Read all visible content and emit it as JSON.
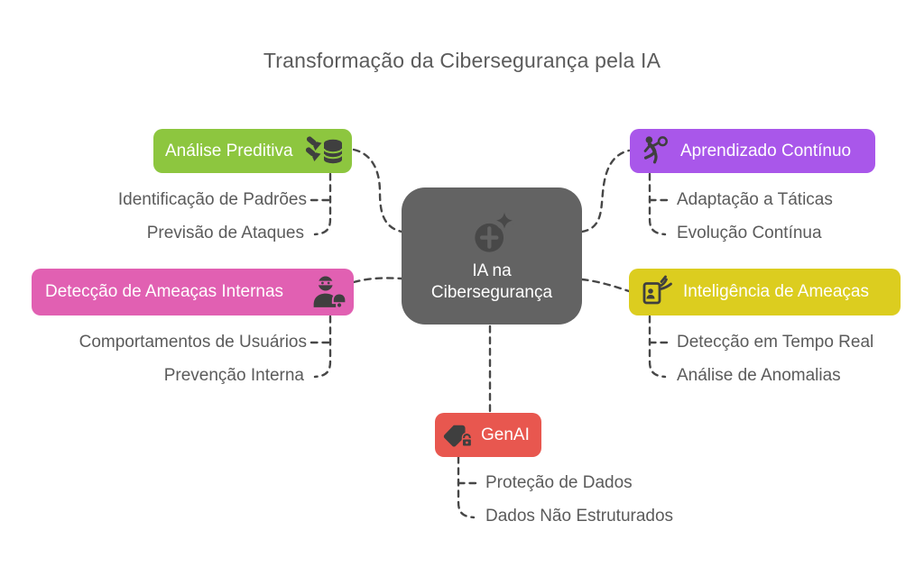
{
  "title": "Transformação da Cibersegurança pela IA",
  "center": {
    "label_line1": "IA na",
    "label_line2": "Cibersegurança",
    "color": "#636363",
    "icon": "ai-sparkle-globe-icon"
  },
  "branches": [
    {
      "label": "Análise Preditiva",
      "color": "#8dc63f",
      "icon": "database-missiles-icon",
      "children": [
        "Identificação de Padrões",
        "Previsão de Ataques"
      ]
    },
    {
      "label": "Aprendizado Contínuo",
      "color": "#a957ea",
      "icon": "runner-hoop-icon",
      "children": [
        "Adaptação a Táticas",
        "Evolução Contínua"
      ]
    },
    {
      "label": "Detecção de Ameaças Internas",
      "color": "#e160b2",
      "icon": "masked-insider-bell-icon",
      "children": [
        "Comportamentos de Usuários",
        "Prevenção Interna"
      ]
    },
    {
      "label": "Inteligência de Ameaças",
      "color": "#dccd1f",
      "icon": "id-badge-hand-icon",
      "children": [
        "Detecção em Tempo Real",
        "Análise de Anomalias"
      ]
    },
    {
      "label": "GenAI",
      "color": "#e8574f",
      "icon": "tag-lock-icon",
      "children": [
        "Proteção de Dados",
        "Dados Não Estruturados"
      ]
    }
  ],
  "styles": {
    "background": "#ffffff",
    "title_color": "#5b5b5b",
    "leaf_text_color": "#5b5b5b",
    "connector_color": "#474747",
    "icon_color": "#3f3f3f",
    "node_text_color": "#ffffff"
  }
}
